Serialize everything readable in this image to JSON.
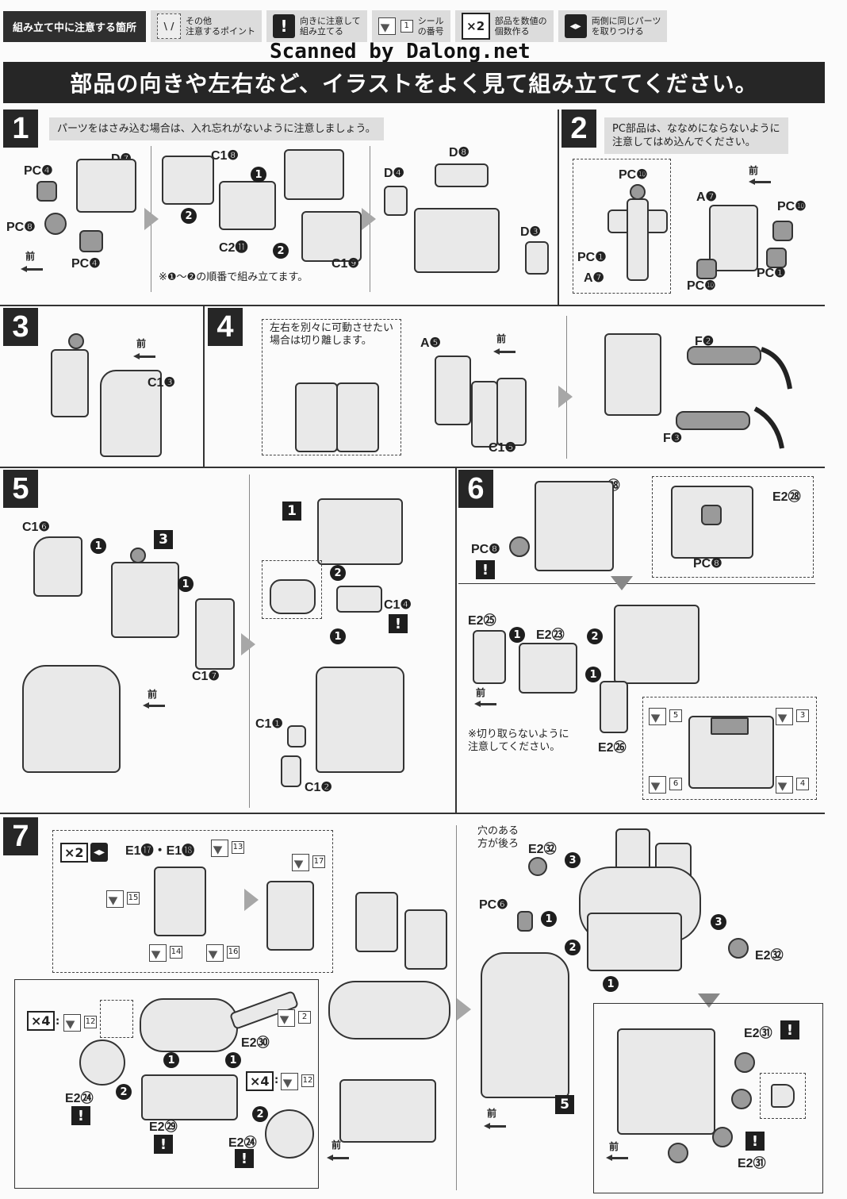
{
  "legend": {
    "title": "組み立て中に注意する箇所",
    "items": [
      {
        "icon": "dashed-v-icon",
        "glyph": "\\ /",
        "text": "その他\n注意するポイント"
      },
      {
        "icon": "exclamation-icon",
        "glyph": "!",
        "text": "向きに注意して\n組み立てる"
      },
      {
        "icon": "sticker-icon",
        "glyph": "1",
        "text": "シール\nの番号"
      },
      {
        "icon": "multiply-icon",
        "glyph": "×2",
        "text": "部品を数値の\n個数作る"
      },
      {
        "icon": "both-sides-icon",
        "glyph": "◂▸",
        "text": "両側に同じパーツ\nを取りつける"
      }
    ]
  },
  "watermark": "Scanned by Dalong.net",
  "banner": "部品の向きや左右など、イラストをよく見て組み立ててください。",
  "front_label": "前",
  "steps": {
    "s1": {
      "num": "1",
      "note": "パーツをはさみ込む場合は、入れ忘れがないように注意しましょう。",
      "footnote": "※❶〜❷の順番で組み立てます。",
      "labels": {
        "d7": "D❼",
        "pc4a": "PC❹",
        "pc8": "PC❽",
        "pc4b": "PC❹",
        "c18": "C1❽",
        "c211": "C2⓫",
        "c19": "C1❾",
        "d8": "D❽",
        "d4": "D❹",
        "d3": "D❸"
      }
    },
    "s2": {
      "num": "2",
      "note": "PC部品は、ななめにならないように\n注意してはめ込んでください。",
      "labels": {
        "pc10a": "PC❿",
        "pc1a": "PC❶",
        "a7a": "A❼",
        "a7b": "A❼",
        "pc10b": "PC❿",
        "pc10c": "PC❿",
        "pc1b": "PC❶"
      }
    },
    "s3": {
      "num": "3",
      "labels": {
        "c13": "C1❸"
      }
    },
    "s4": {
      "num": "4",
      "note": "左右を別々に可動させたい\n場合は切り離します。",
      "labels": {
        "a5": "A❺",
        "c15": "C1❺",
        "f2": "F❷",
        "f3": "F❸"
      }
    },
    "s5": {
      "num": "5",
      "labels": {
        "c16": "C1❻",
        "c17": "C1❼",
        "c14": "C1❹",
        "c11": "C1❶",
        "c12": "C1❷"
      },
      "refs": [
        "3",
        "1"
      ]
    },
    "s6": {
      "num": "6",
      "note": "※切り取らないように\n注意してください。",
      "labels": {
        "e228a": "E2㉘",
        "e228b": "E2㉘",
        "pc8a": "PC❽",
        "pc8b": "PC❽",
        "e225": "E2㉕",
        "e223": "E2㉓",
        "e226": "E2㉖"
      },
      "stickers": [
        "5",
        "3",
        "6",
        "4"
      ]
    },
    "s7": {
      "num": "7",
      "note": "穴のある\n方が後ろ",
      "labels": {
        "e117": "E1⓱・E1⓲",
        "e230": "E2㉚",
        "e224a": "E2㉔",
        "e229": "E2㉙",
        "e224b": "E2㉔",
        "e232a": "E2㉜",
        "pc6": "PC❻",
        "e232b": "E2㉜",
        "e231a": "E2㉛",
        "e231b": "E2㉛"
      },
      "stickers": [
        "13",
        "15",
        "14",
        "16",
        "17",
        "12",
        "2",
        "12"
      ],
      "mult": [
        "×2",
        "×4",
        "×4"
      ],
      "refs": [
        "5"
      ]
    }
  }
}
